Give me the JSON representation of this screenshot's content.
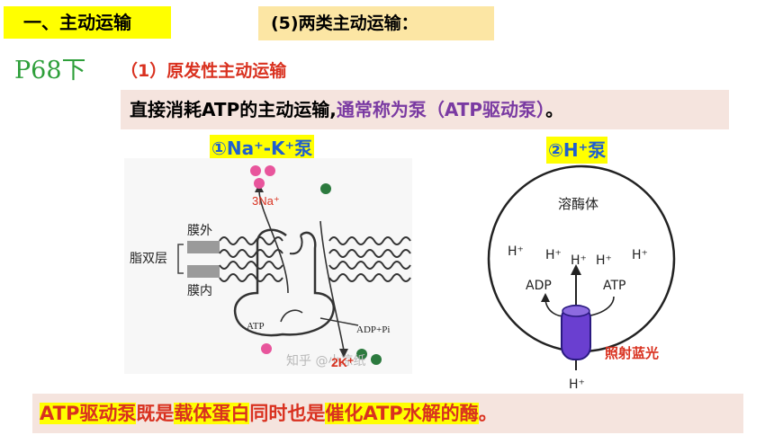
{
  "header": {
    "section_title": "一、主动运输",
    "subtopic": "(5)两类主动运输："
  },
  "page_ref": "P68下",
  "subheading": "（1）原发性主动运输",
  "definition": {
    "part1": "直接消耗ATP的主动运输,",
    "part2": "通常称为泵（ATP驱动泵）",
    "part3": "。"
  },
  "pump1": {
    "label": "①Na⁺-K⁺泵",
    "ion_out": "3Na⁺",
    "membrane_out": "膜外",
    "membrane_in": "膜内",
    "lipid_bilayer": "脂双层",
    "atp": "ATP",
    "adp": "ADP+Pi",
    "ion_in": "2K⁺",
    "watermark": "知乎 @小凉纸"
  },
  "pump2": {
    "label": "②H⁺泵",
    "organelle": "溶酶体",
    "h_ion": "H⁺",
    "adp": "ADP",
    "atp": "ATP",
    "light": "照射蓝光"
  },
  "conclusion": {
    "s1": "ATP驱动泵",
    "s2": "既是",
    "s3": "载体蛋白",
    "s4": "同时也是",
    "s5": "催化ATP水解的酶",
    "s6": "。"
  },
  "colors": {
    "highlight": "#ffff00",
    "red": "#d9311f",
    "purple": "#7a3aa2",
    "green": "#2e9f3a",
    "blue": "#1f5fd0"
  }
}
